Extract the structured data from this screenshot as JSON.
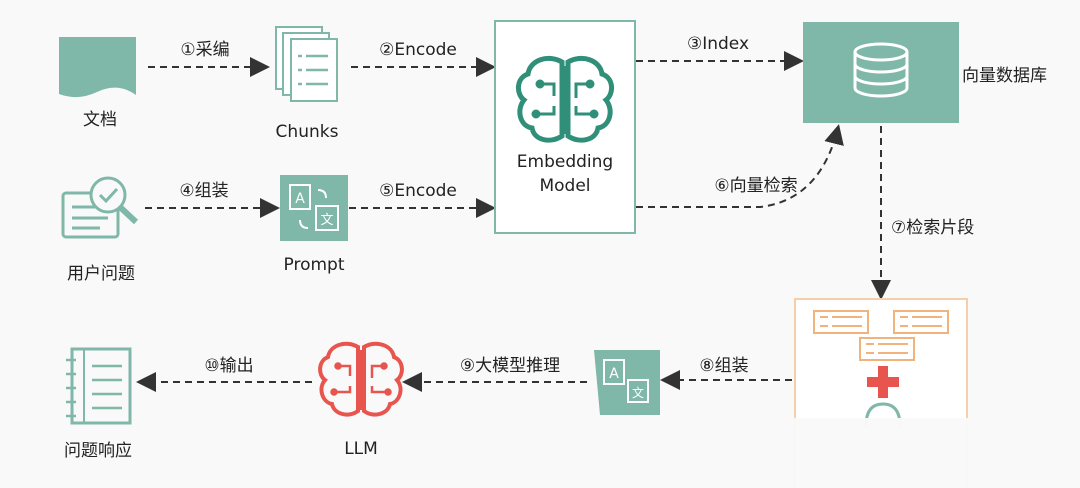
{
  "nodes": {
    "doc": "文档",
    "chunks": "Chunks",
    "embedding_model_line1": "Embedding",
    "embedding_model_line2": "Model",
    "vector_db": "向量数据库",
    "user_question": "用户问题",
    "prompt": "Prompt",
    "llm": "LLM",
    "answer": "问题响应"
  },
  "edges": {
    "e1": "①采编",
    "e2": "②Encode",
    "e3": "③Index",
    "e4": "④组装",
    "e5": "⑤Encode",
    "e6": "⑥向量检索",
    "e7": "⑦检索片段",
    "e8": "⑧组装",
    "e9": "⑨大模型推理",
    "e10": "⑩输出"
  },
  "colors": {
    "teal": "#7fb8a8",
    "teal_dark": "#2f8f78",
    "red": "#e8554e",
    "orange": "#f2b27c",
    "arrow": "#333333"
  }
}
